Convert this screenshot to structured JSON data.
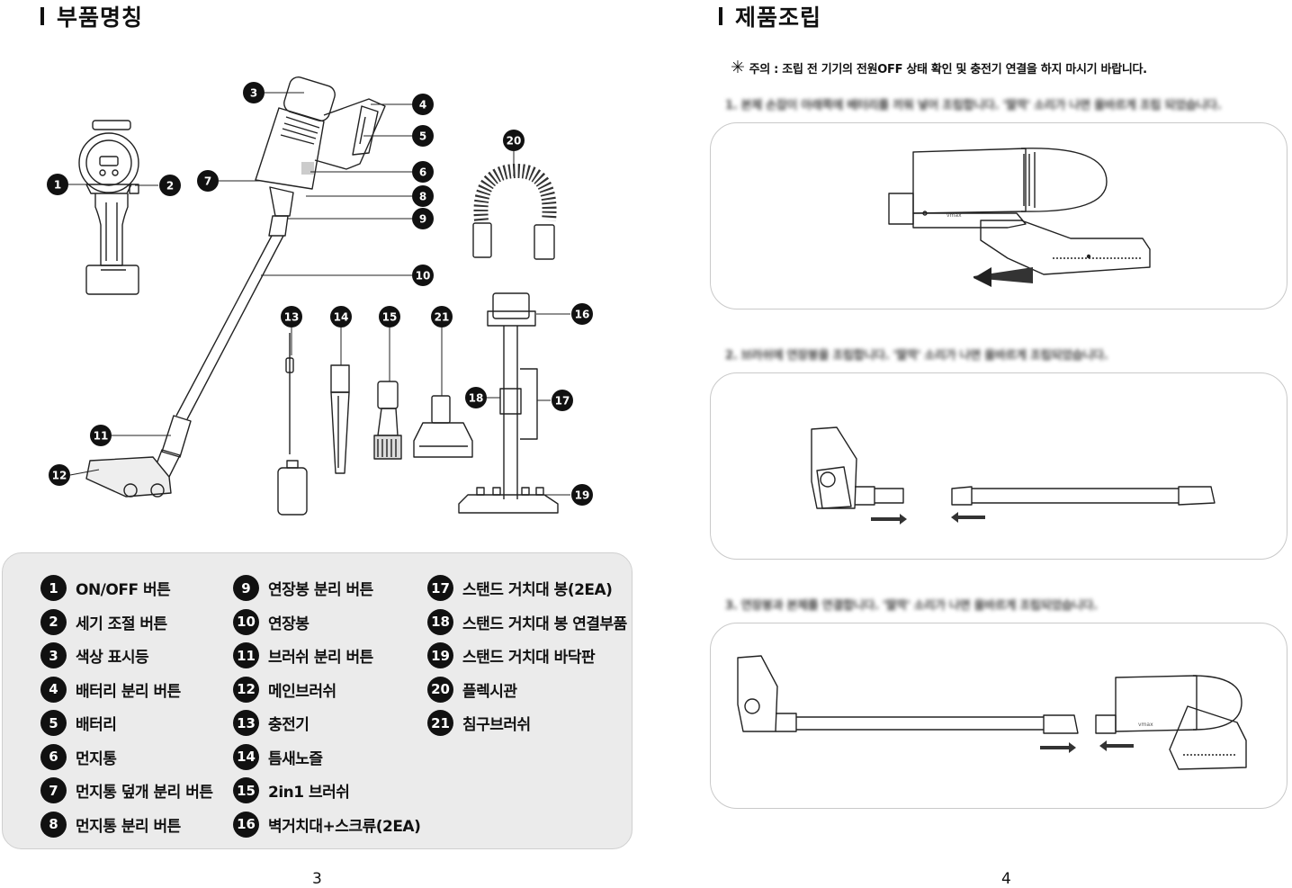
{
  "left_page": {
    "title": "부품명칭",
    "page_number": "3",
    "callouts": [
      "1",
      "2",
      "3",
      "4",
      "5",
      "6",
      "7",
      "8",
      "9",
      "10",
      "11",
      "12",
      "13",
      "14",
      "15",
      "16",
      "17",
      "18",
      "19",
      "20",
      "21"
    ],
    "parts_col1": [
      {
        "num": "1",
        "label": "ON/OFF 버튼"
      },
      {
        "num": "2",
        "label": "세기 조절 버튼"
      },
      {
        "num": "3",
        "label": "색상 표시등"
      },
      {
        "num": "4",
        "label": "배터리 분리 버튼"
      },
      {
        "num": "5",
        "label": "배터리"
      },
      {
        "num": "6",
        "label": "먼지통"
      },
      {
        "num": "7",
        "label": "먼지통 덮개 분리 버튼"
      },
      {
        "num": "8",
        "label": "먼지통 분리 버튼"
      }
    ],
    "parts_col2": [
      {
        "num": "9",
        "label": "연장봉 분리 버튼"
      },
      {
        "num": "10",
        "label": "연장봉"
      },
      {
        "num": "11",
        "label": "브러쉬 분리 버튼"
      },
      {
        "num": "12",
        "label": "메인브러쉬"
      },
      {
        "num": "13",
        "label": "충전기"
      },
      {
        "num": "14",
        "label": "틈새노즐"
      },
      {
        "num": "15",
        "label": "2in1 브러쉬"
      },
      {
        "num": "16",
        "label": "벽거치대+스크류(2EA)"
      }
    ],
    "parts_col3": [
      {
        "num": "17",
        "label": "스탠드 거치대 봉(2EA)"
      },
      {
        "num": "18",
        "label": "스탠드 거치대 봉 연결부품"
      },
      {
        "num": "19",
        "label": "스탠드 거치대 바닥판"
      },
      {
        "num": "20",
        "label": "플렉시관"
      },
      {
        "num": "21",
        "label": "침구브러쉬"
      }
    ]
  },
  "right_page": {
    "title": "제품조립",
    "page_number": "4",
    "note_symbol": "✳",
    "note": "주의 : 조립 전 기기의 전원OFF 상태 확인 및 충전기 연결을 하지 마시기 바랍니다.",
    "steps": [
      {
        "text": "1. 본체 손잡이 아래쪽에 배터리를 끼워 넣어 조립합니다. '딸깍' 소리가 나면 올바르게 조립 되었습니다."
      },
      {
        "text": "2. 브러쉬에 연장봉을 조립합니다. '딸깍' 소리가 나면 올바르게 조립되었습니다."
      },
      {
        "text": "3. 연장봉과 본체를 연결합니다. '딸깍' 소리가 나면 올바르게 조립되었습니다."
      }
    ],
    "brand_mark": "vmax"
  }
}
